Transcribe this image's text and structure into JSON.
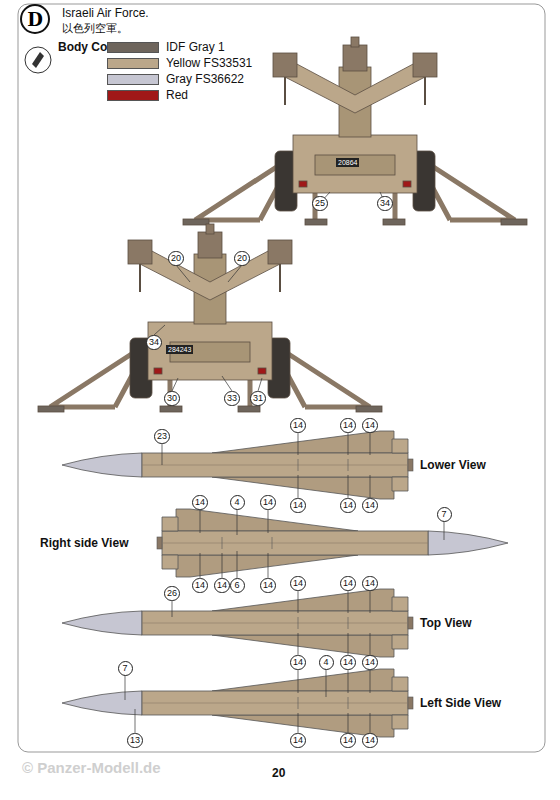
{
  "diagram": {
    "title": "Israeli Air Force.",
    "nodes": [
      {
        "text": [
          "D"
        ]
      }
    ],
    "labels": [
      "以色列空軍。",
      "Body Color:",
      "25",
      "34",
      "20",
      "20",
      "34",
      "30",
      "33",
      "31",
      "20864",
      "284243",
      "23",
      "14",
      "14",
      "14",
      "14",
      "14",
      "14",
      "Lower View",
      "14",
      "4",
      "14",
      "7",
      "14",
      "14",
      "6",
      "14",
      "Right side View",
      "26",
      "14",
      "14",
      "14",
      "Top View",
      "7",
      "14",
      "4",
      "14",
      "14",
      "Left Side View",
      "13",
      "14",
      "14",
      "14",
      "© Panzer-Modell.de",
      "20"
    ],
    "legend": [
      {
        "text": "IDF Gray 1",
        "color": "#6e655c"
      },
      {
        "text": "Yellow FS33531",
        "color": "#bba78a"
      },
      {
        "text": "Gray FS36622",
        "color": "#c6c6d2"
      },
      {
        "text": "Red",
        "color": "#a01818"
      }
    ]
  }
}
